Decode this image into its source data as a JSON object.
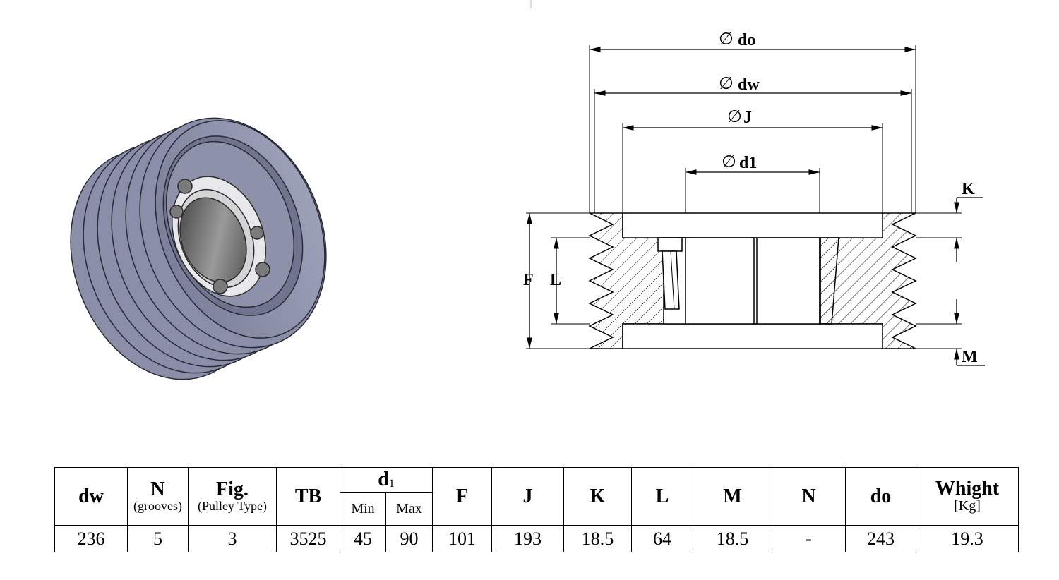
{
  "drawing": {
    "labels": {
      "phi": "∅",
      "do": "do",
      "dw": "dw",
      "J": "J",
      "d1": "d1",
      "K": "K",
      "F": "F",
      "L": "L",
      "M": "M"
    }
  },
  "table": {
    "headers": {
      "dw": "dw",
      "N": "N",
      "N_sub": "(grooves)",
      "fig": "Fig.",
      "fig_sub": "(Pulley Type)",
      "tb": "TB",
      "d1": "d",
      "d1_index": "1",
      "min": "Min",
      "max": "Max",
      "F": "F",
      "J": "J",
      "K": "K",
      "L": "L",
      "M": "M",
      "N2": "N",
      "do": "do",
      "weight": "Whight",
      "weight_unit": "[Kg]"
    },
    "row": {
      "dw": "236",
      "N": "5",
      "fig": "3",
      "tb": "3525",
      "min": "45",
      "max": "90",
      "F": "101",
      "J": "193",
      "K": "18.5",
      "L": "64",
      "M": "18.5",
      "N2": "-",
      "do": "243",
      "weight": "19.3"
    }
  },
  "colors": {
    "pulley_body": "#8a8ea8",
    "pulley_dark": "#5f637b",
    "bushing": "#e8e8ea",
    "bore": "#6a6a6a"
  }
}
